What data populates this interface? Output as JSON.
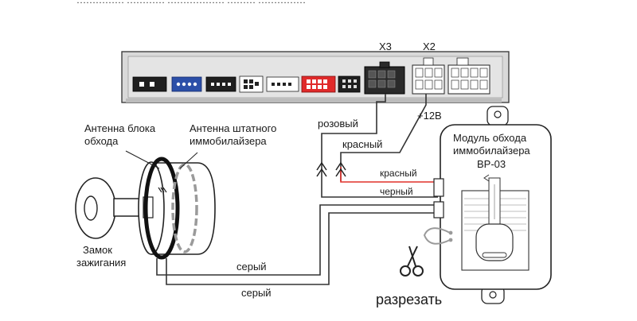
{
  "top_text": "…………… ………… ……………… ……… ……………",
  "connectors": {
    "x3": "X3",
    "x2": "X2"
  },
  "wires": {
    "pink": "розовый",
    "plus12": "+12B",
    "red_top": "красный",
    "red_bottom": "красный",
    "black": "черный",
    "gray_upper": "серый",
    "gray_lower": "серый"
  },
  "antennas": {
    "bypass_line1": "Антенна блока",
    "bypass_line2": "обхода",
    "stock_line1": "Антенна штатного",
    "stock_line2": "иммобилайзера"
  },
  "ignition": {
    "line1": "Замок",
    "line2": "зажигания"
  },
  "module": {
    "line1": "Модуль обхода",
    "line2": "иммобилайзера",
    "line3": "BP-03"
  },
  "cut_label": "разрезать",
  "colors": {
    "red_wire": "#e0302a",
    "connector_blue": "#2b4fa8",
    "connector_red": "#e02a2a",
    "stock_antenna": "#9a9a9a"
  },
  "icons": [
    "scissors-icon",
    "key-icon",
    "arrow-up-icon"
  ]
}
